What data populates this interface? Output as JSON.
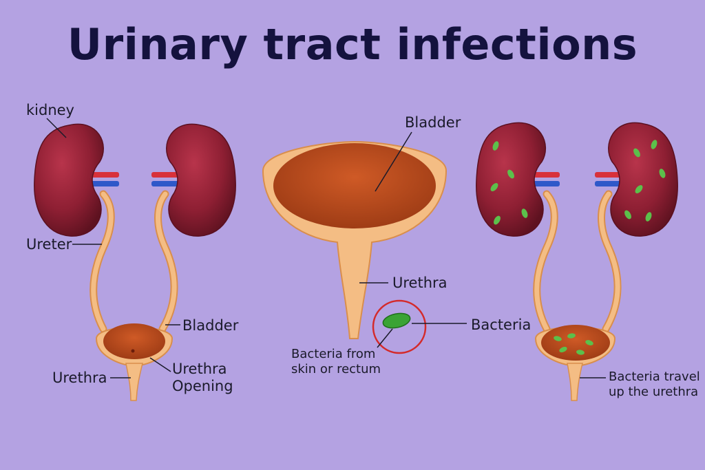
{
  "title": "Urinary tract infections",
  "colors": {
    "background": "#b4a2e2",
    "kidney": "#8e1f33",
    "tube": "#f2b26e",
    "bladder_fill": "#b8481c",
    "bacteria": "#3aa335",
    "highlight_ring": "#d42a2a"
  },
  "left_panel": {
    "kidney_label": "kidney",
    "ureter_label": "Ureter",
    "bladder_label": "Bladder",
    "urethra_label": "Urethra",
    "urethra_opening_label": "Urethra\nOpening"
  },
  "center_panel": {
    "bladder_label": "Bladder",
    "urethra_label": "Urethra",
    "bacteria_label": "Bacteria",
    "bacteria_source_label": "Bacteria from\nskin or rectum"
  },
  "right_panel": {
    "bacteria_travel_label": "Bacteria travel\nup the urethra"
  }
}
